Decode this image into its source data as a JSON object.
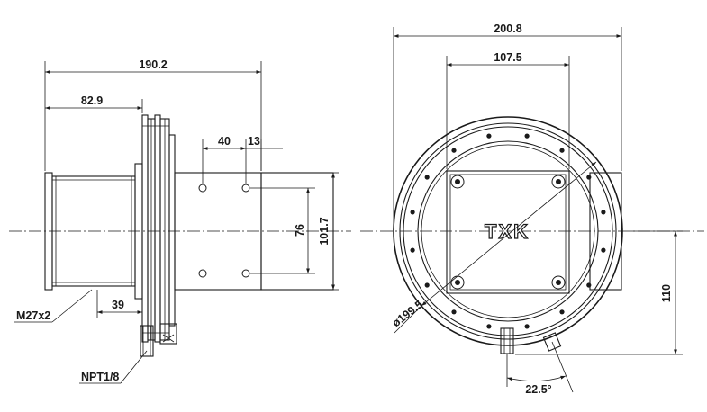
{
  "side_view": {
    "dims": {
      "overall_length": "190.2",
      "front_depth": "82.9",
      "hole_spacing_h": "40",
      "edge_offset": "13",
      "hole_spacing_v": "76",
      "body_height": "101.7",
      "thread_length": "39"
    },
    "labels": {
      "thread": "M27x2",
      "pipe_port": "NPT1/8"
    }
  },
  "front_view": {
    "dims": {
      "outer_width": "200.8",
      "window_width": "107.5",
      "flange_diameter": "ø199.5",
      "center_height": "110",
      "port_angle": "22.5°"
    },
    "logo_text": "TXK"
  }
}
